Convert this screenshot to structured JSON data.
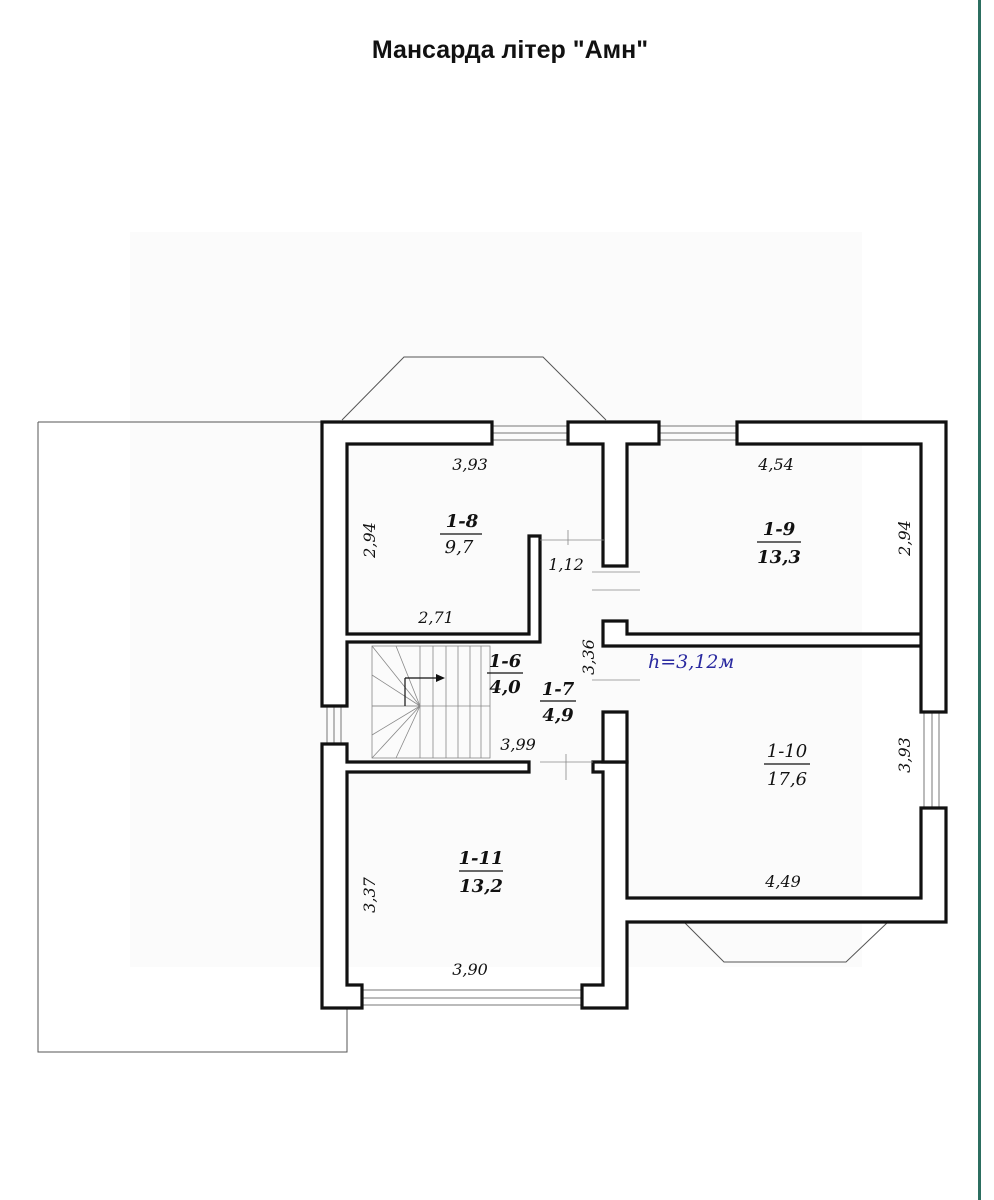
{
  "title": "Мансарда літер \"Амн\"",
  "colors": {
    "walls": "#111111",
    "height_note": "#2a2aa0",
    "page_border": "#2c6e60"
  },
  "rooms": [
    {
      "id": "1-8",
      "area": "9,7"
    },
    {
      "id": "1-9",
      "area": "13,3"
    },
    {
      "id": "1-6",
      "area": "4,0"
    },
    {
      "id": "1-7",
      "area": "4,9"
    },
    {
      "id": "1-10",
      "area": "17,6"
    },
    {
      "id": "1-11",
      "area": "13,2"
    }
  ],
  "dimensions": {
    "r18_width": "3,93",
    "r18_height": "2,94",
    "r18_bottom": "2,71",
    "corridor_gap": "1,12",
    "r19_width": "4,54",
    "r19_height": "2,94",
    "corridor_height": "3,36",
    "stair_width": "3,99",
    "r110_height": "3,93",
    "r110_width": "4,49",
    "r111_height": "3,37",
    "r111_width": "3,90"
  },
  "ceiling_height": "h=3,12м"
}
